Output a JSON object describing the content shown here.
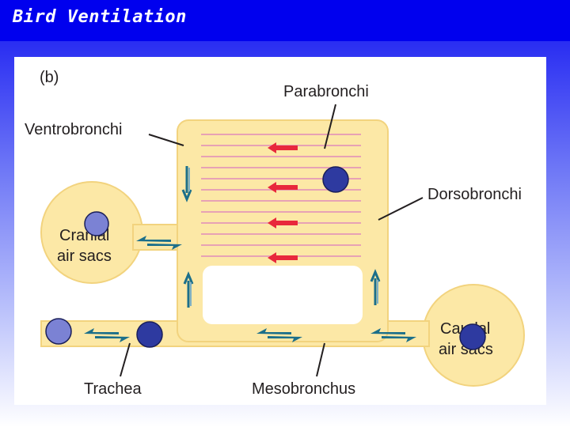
{
  "slide": {
    "title": "Bird Ventilation"
  },
  "figure": {
    "panel_label": "(b)",
    "labels": {
      "parabronchi": "Parabronchi",
      "ventrobronchi": "Ventrobronchi",
      "dorsobronchi": "Dorsobronchi",
      "cranial_line1": "Cranial",
      "cranial_line2": "air sacs",
      "caudal_line1": "Caudal",
      "caudal_line2": "air sacs",
      "trachea": "Trachea",
      "mesobronchus": "Mesobronchus"
    }
  },
  "colors": {
    "title_bar": "#0000ee",
    "airway_fill": "#fce8a6",
    "airway_edge": "#f2d37e",
    "parabronchi_lines": "#e7a2b5",
    "red_arrow": "#e8283c",
    "teal_arrow": "#1c6f8a",
    "marker_dark": "#2e3aa0",
    "marker_light": "#7b82d4"
  }
}
